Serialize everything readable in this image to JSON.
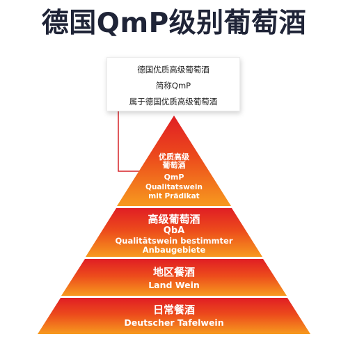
{
  "title": "德国QmP级别葡萄酒",
  "callout": {
    "line1": "德国优质高级葡萄酒",
    "line2": "简称QmP",
    "line3": "属于德国优质高级葡萄酒"
  },
  "tiers": [
    {
      "cn": "优质高级葡萄酒",
      "cn_line1": "优质高级",
      "cn_line2": "葡萄酒",
      "abbr": "QmP",
      "de_line1": "Qualitatswein",
      "de_line2": "mit Prädikat",
      "color": "#e8361f"
    },
    {
      "cn": "高级葡萄酒",
      "abbr": "QbA",
      "de_line1": "Qualitätswein bestimmter",
      "de_line2": "Anbaugebiete",
      "color": "#ee5a1c"
    },
    {
      "cn": "地区餐酒",
      "de": "Land Wein",
      "color": "#f2731a"
    },
    {
      "cn": "日常餐酒",
      "de": "Deutscher Tafelwein",
      "color": "#f58a1c"
    }
  ],
  "colors": {
    "top": "#e01e24",
    "bottom": "#f79a1e",
    "connector": "#d62027",
    "title": "#1f2437"
  }
}
